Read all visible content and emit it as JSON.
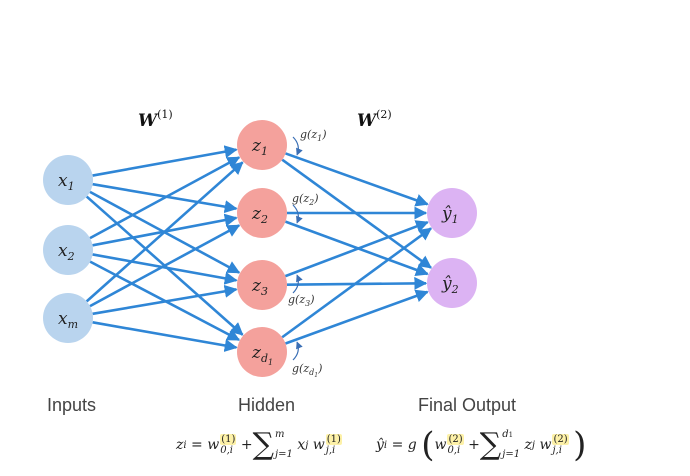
{
  "weights": {
    "w1": {
      "main": "W",
      "sup": "(1)"
    },
    "w2": {
      "main": "W",
      "sup": "(2)"
    }
  },
  "nodes": {
    "inputs": [
      {
        "main": "x",
        "sub": "1"
      },
      {
        "main": "x",
        "sub": "2"
      },
      {
        "main": "x",
        "sub": "m"
      }
    ],
    "hidden": [
      {
        "main": "z",
        "sub": "1"
      },
      {
        "main": "z",
        "sub": "2"
      },
      {
        "main": "z",
        "sub": "3"
      },
      {
        "main": "z",
        "sub": "d",
        "subsub": "1"
      }
    ],
    "outputs": [
      {
        "main": "ŷ",
        "sub": "1"
      },
      {
        "main": "ŷ",
        "sub": "2"
      }
    ]
  },
  "activations": [
    {
      "text": "g(z",
      "sub": "1",
      "close": ")"
    },
    {
      "text": "g(z",
      "sub": "2",
      "close": ")"
    },
    {
      "text": "g(z",
      "sub": "3",
      "close": ")"
    },
    {
      "text": "g(z",
      "sub": "d",
      "subsub": "1",
      "close": ")"
    }
  ],
  "layer_labels": {
    "inputs": "Inputs",
    "hidden": "Hidden",
    "output": "Final Output"
  },
  "formula_hidden": {
    "lhs_var": "z",
    "lhs_sub": "i",
    "eq": "=",
    "w_var": "w",
    "w_sup": "(1)",
    "w_sub": "0,i",
    "plus": "+",
    "sum_sym": "∑",
    "sum_top": "m",
    "sum_bot": "j=1",
    "x_var": "x",
    "x_sub": "j",
    "w2_var": "w",
    "w2_sup": "(1)",
    "w2_sub": "j,i"
  },
  "formula_output": {
    "lhs_var": "ŷ",
    "lhs_sub": "i",
    "eq": "=",
    "g": "g",
    "lparen": "(",
    "w_var": "w",
    "w_sup": "(2)",
    "w_sub": "0,i",
    "plus": "+",
    "sum_sym": "∑",
    "sum_top": "d",
    "sum_top_sub": "1",
    "sum_bot": "j=1",
    "z_var": "z",
    "z_sub": "j",
    "w2_var": "w",
    "w2_sup": "(2)",
    "w2_sub": "j,i",
    "rparen": ")"
  },
  "colors": {
    "input_node": "#b9d4ee",
    "hidden_node": "#f4a19c",
    "output_node": "#dcb3f3",
    "edge": "#2f86d6",
    "highlight": "#fdf1a8"
  }
}
